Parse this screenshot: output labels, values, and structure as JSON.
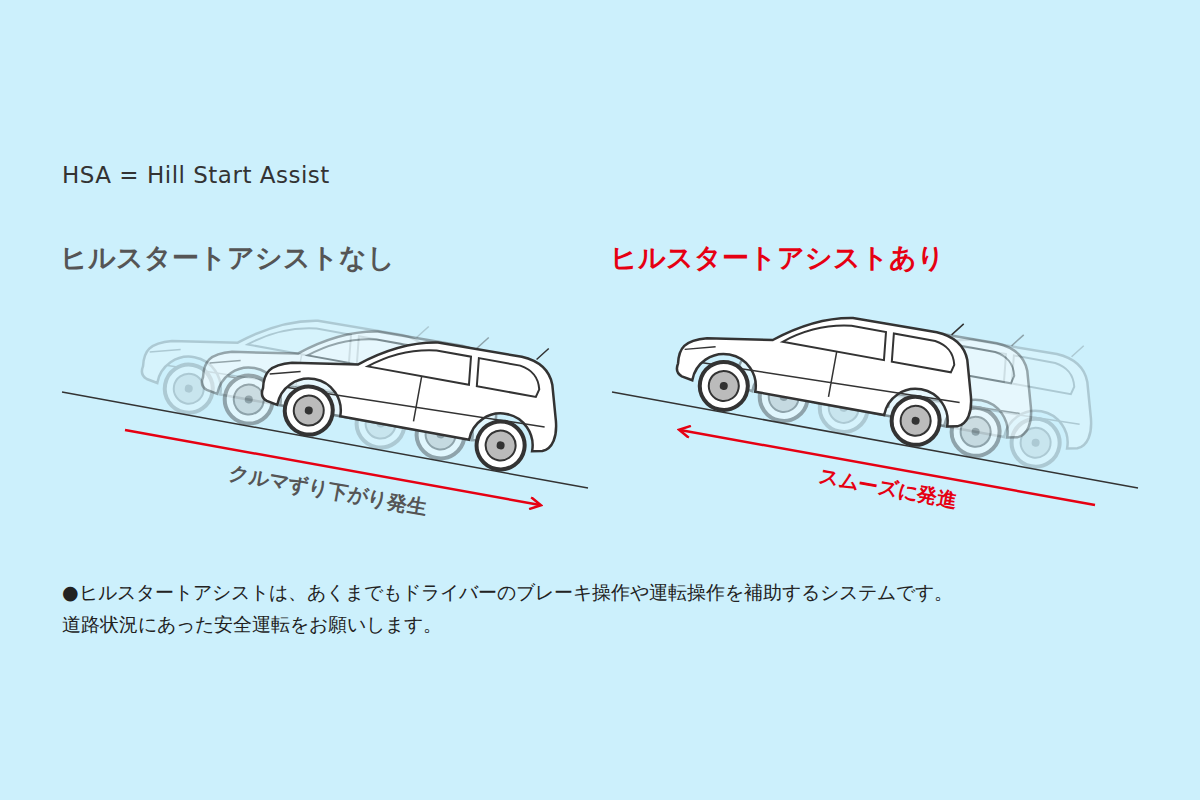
{
  "diagram": {
    "title": "HSA = Hill Start Assist",
    "labels": [
      "ヒルスタートアシストなし",
      "ヒルスタートアシストあり",
      "クルマずり下がり発生",
      "スムーズに発進",
      "●ヒルスタートアシストは、あくまでもドライバーのブレーキ操作や運転操作を補助するシステムです。",
      "道路状況にあった安全運転をお願いします。"
    ]
  }
}
